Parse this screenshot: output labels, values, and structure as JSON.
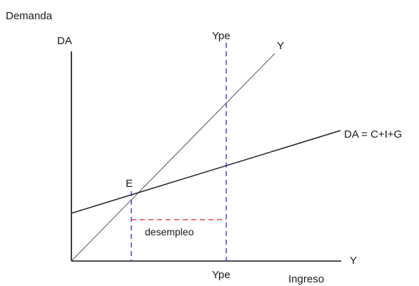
{
  "diagram": {
    "top_label": "Demanda",
    "y_axis_label": "DA",
    "x_axis_end_label": "Y",
    "x_axis_title": "Ingreso",
    "ype_top_label": "Ype",
    "ype_bottom_label": "Ype",
    "line_45_label": "Y",
    "da_line_label": "DA = C+I+G",
    "equilibrium_label": "E",
    "gap_label": "desempleo",
    "colors": {
      "axes": "#111111",
      "lines": "#222222",
      "full_employment_guides": "#2a2ae8",
      "gap_guide": "#e02222"
    }
  }
}
